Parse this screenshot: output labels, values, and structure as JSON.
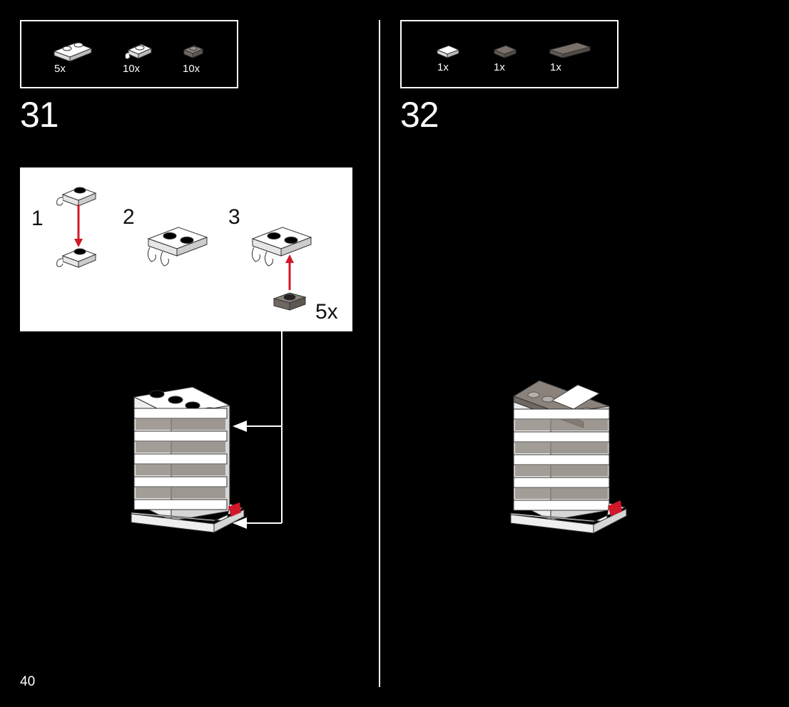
{
  "page": {
    "number": "40"
  },
  "steps": [
    {
      "number": "31",
      "parts": [
        {
          "icon": "white-1x2-plate-with-clips-icon",
          "qty": "5x"
        },
        {
          "icon": "white-1x1-plate-with-clip-icon",
          "qty": "10x"
        },
        {
          "icon": "dark-gray-1x1-round-plate-icon",
          "qty": "10x"
        }
      ],
      "callout": {
        "substeps": [
          "1",
          "2",
          "3"
        ],
        "quantity": "5x"
      }
    },
    {
      "number": "32",
      "parts": [
        {
          "icon": "white-1x1-tile-icon",
          "qty": "1x"
        },
        {
          "icon": "dark-gray-1x1-tile-icon",
          "qty": "1x"
        },
        {
          "icon": "dark-gray-1x3-tile-icon",
          "qty": "1x"
        }
      ]
    }
  ],
  "colors": {
    "background": "#000000",
    "foreground": "#ffffff",
    "arrow_red": "#d0182a",
    "trans_gray": "#7a716a"
  }
}
